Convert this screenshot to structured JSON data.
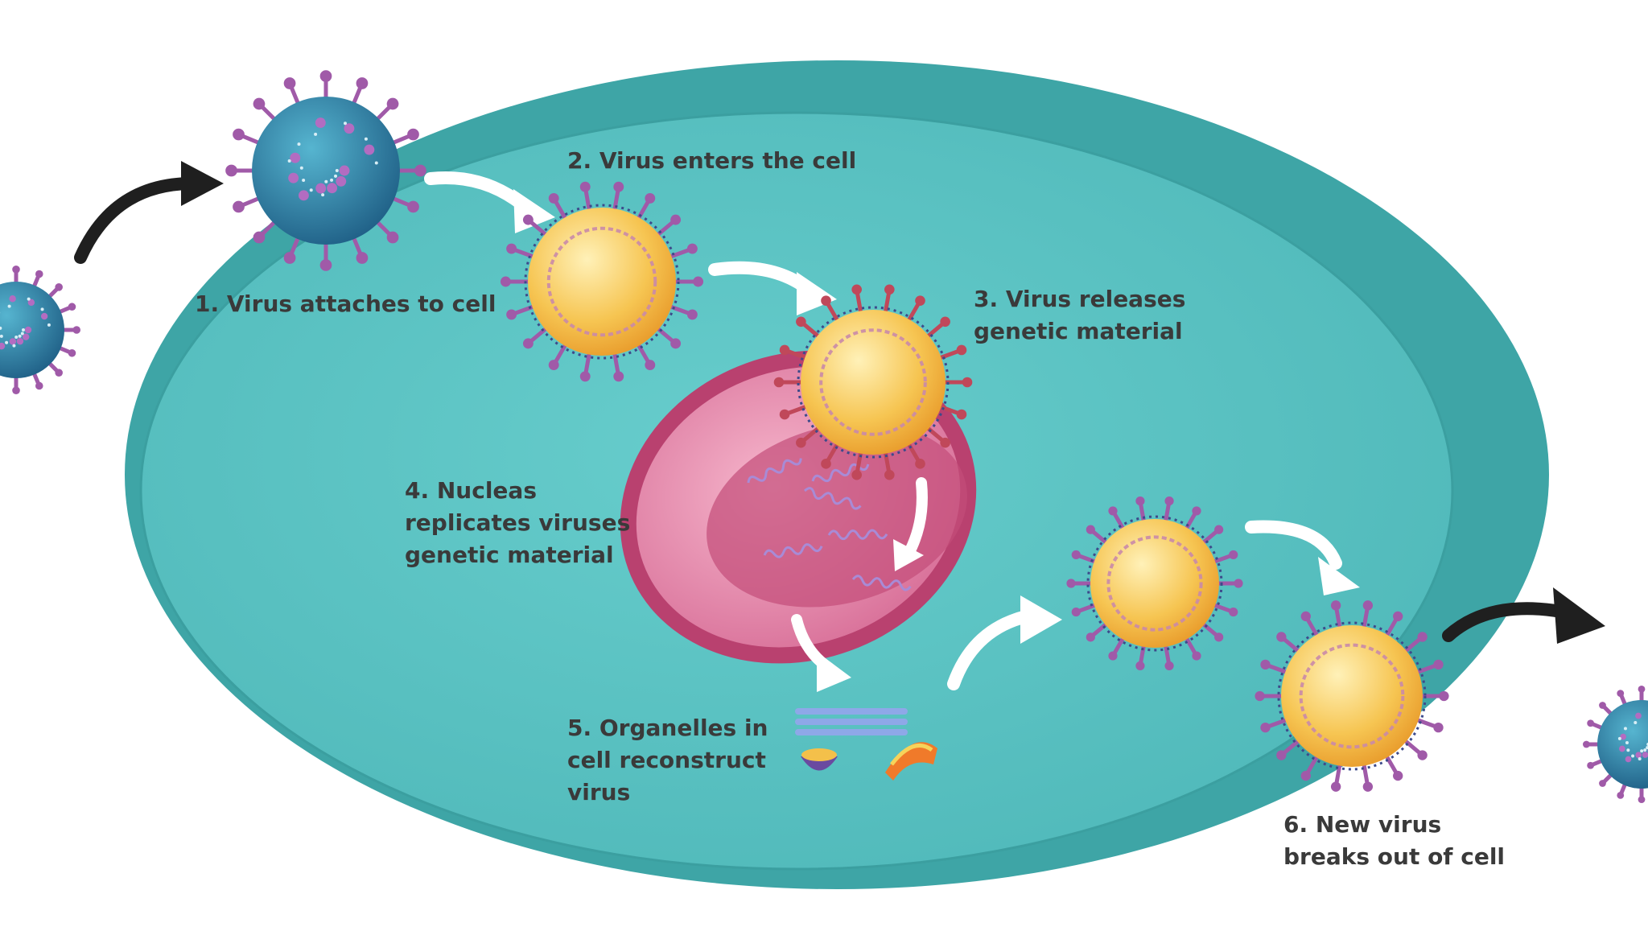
{
  "steps": [
    {
      "id": 1,
      "lines": [
        "1. Virus attaches to cell"
      ]
    },
    {
      "id": 2,
      "lines": [
        "2. Virus enters the cell"
      ]
    },
    {
      "id": 3,
      "lines": [
        "3. Virus releases",
        "genetic material"
      ]
    },
    {
      "id": 4,
      "lines": [
        "4. Nucleas",
        "replicates viruses",
        "genetic material"
      ]
    },
    {
      "id": 5,
      "lines": [
        "5. Organelles in",
        "cell reconstruct",
        "virus"
      ]
    },
    {
      "id": 6,
      "lines": [
        "6. New virus",
        "breaks out of cell"
      ]
    }
  ],
  "colors": {
    "cell_fill": "#5cc4c4",
    "cell_rim": "#3aa3a5",
    "nucleus_outer": "#c24a78",
    "nucleus_inner": "#e58fae",
    "virus_body": "#2e86a8",
    "virus_spike": "#a05aa8",
    "capsid_fill": "#f2b43a",
    "arrow_black": "#1f1f1f",
    "arrow_white": "#ffffff",
    "label_text": "#3a3a3a"
  }
}
